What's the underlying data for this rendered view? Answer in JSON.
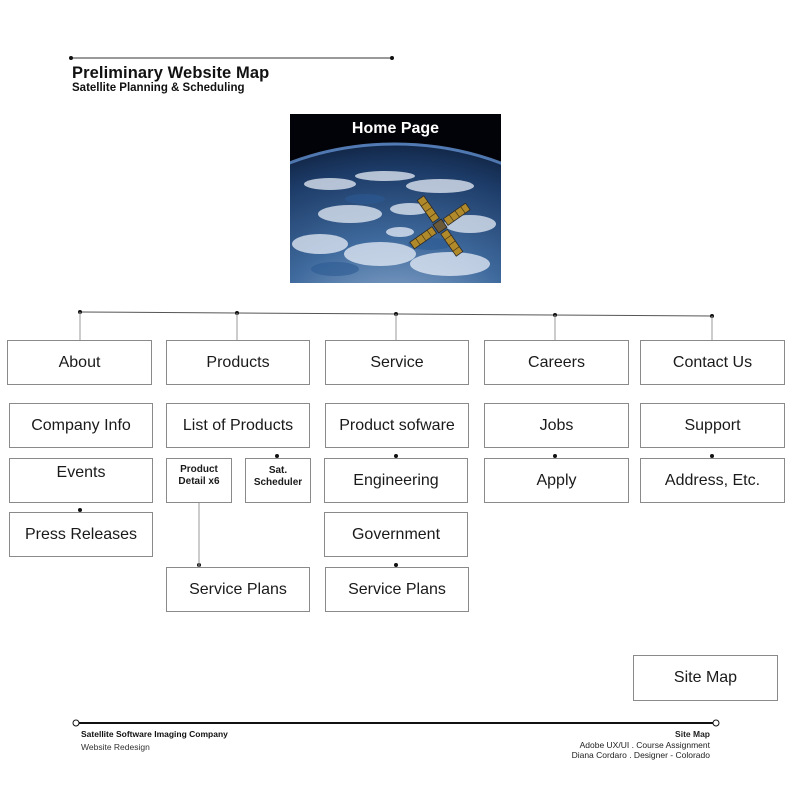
{
  "header": {
    "title": "Preliminary Website Map",
    "subtitle": "Satellite Planning & Scheduling"
  },
  "home": {
    "label": "Home Page"
  },
  "columns": {
    "about": {
      "label": "About",
      "items": [
        "Company Info",
        "Events",
        "Press Releases"
      ]
    },
    "products": {
      "label": "Products",
      "list": "List of Products",
      "detail": "Product Detail x6",
      "scheduler": "Sat. Scheduler",
      "plans": "Service Plans"
    },
    "service": {
      "label": "Service",
      "items": [
        "Product sofware",
        "Engineering",
        "Government",
        "Service Plans"
      ]
    },
    "careers": {
      "label": "Careers",
      "items": [
        "Jobs",
        "Apply"
      ]
    },
    "contact": {
      "label": "Contact Us",
      "items": [
        "Support",
        "Address, Etc."
      ]
    }
  },
  "sitemap_label": "Site Map",
  "footer": {
    "company": "Satellite Software Imaging Company",
    "project": "Website Redesign",
    "doc_title": "Site Map",
    "course": "Adobe UX/UI . Course Assignment",
    "author": "Diana Cordaro . Designer - Colorado"
  }
}
